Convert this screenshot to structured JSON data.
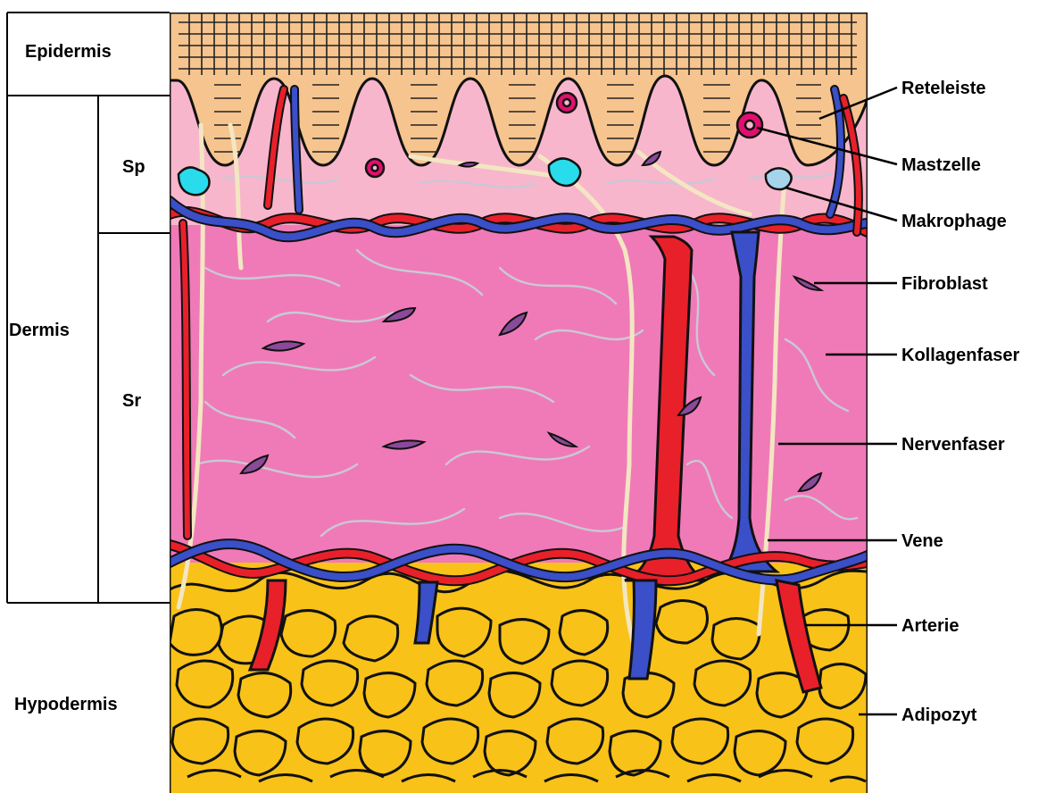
{
  "layers": {
    "epidermis": "Epidermis",
    "dermis": "Dermis",
    "sp": "Sp",
    "sr": "Sr",
    "hypodermis": "Hypodermis"
  },
  "labels": {
    "reteleiste": "Reteleiste",
    "mastzelle": "Mastzelle",
    "makrophage": "Makrophage",
    "fibroblast": "Fibroblast",
    "kollagenfaser": "Kollagenfaser",
    "nervenfaser": "Nervenfaser",
    "vene": "Vene",
    "arterie": "Arterie",
    "adipozyt": "Adipozyt"
  },
  "colors": {
    "epidermis": "#f6c48e",
    "papillary_dermis": "#f8b6cc",
    "reticular_dermis": "#f07ab8",
    "fat": "#f8c218",
    "artery": "#e8202a",
    "vein": "#3a4fc8",
    "nerve": "#f3e6c2",
    "collagen": "#c9c9d4",
    "fibroblast": "#8a4a9a",
    "mast_cell": "#e0106e",
    "macrophage": "#28dcec",
    "macrophage_light": "#a6d4ea"
  }
}
